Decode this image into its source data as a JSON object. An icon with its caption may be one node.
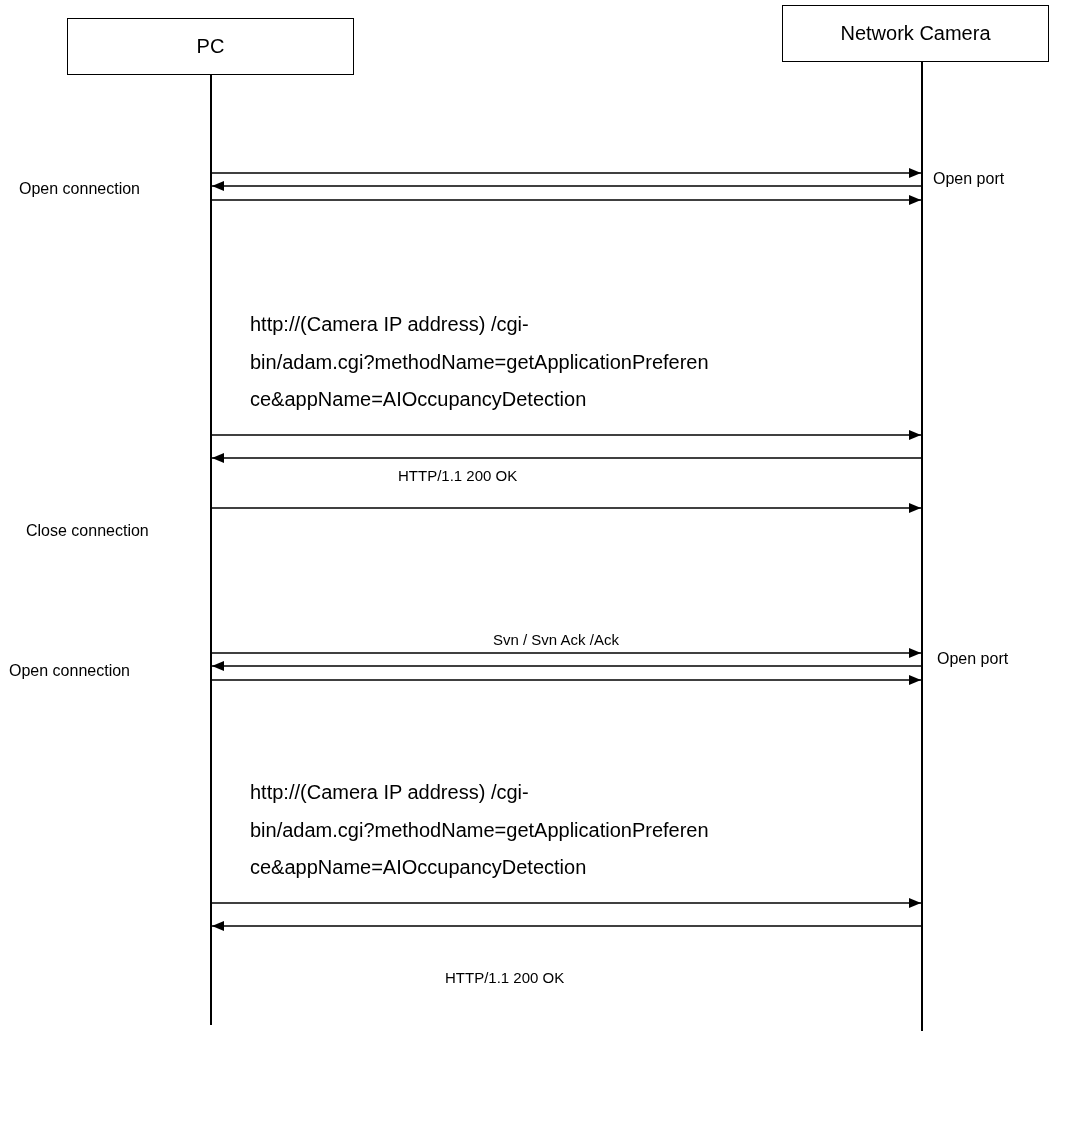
{
  "diagram": {
    "nodes": [
      {
        "text": [
          "PC"
        ]
      },
      {
        "text": [
          "Network Camera"
        ]
      },
      {
        "text": [],
        "shape": "bar"
      },
      {
        "text": [],
        "shape": "bar"
      }
    ],
    "edges": [
      {
        "from": 2,
        "to": 3,
        "arrow": "to"
      },
      {
        "from": 3,
        "to": 2,
        "arrow": "to"
      },
      {
        "from": 2,
        "to": 3,
        "arrow": "to"
      },
      {
        "from": 2,
        "to": 3,
        "arrow": "to",
        "label": "http://(Camera IP address) /cgi- bin/adam.cgi?methodName=getApplicationPreferen ce&appName=AIOccupancyDetection"
      },
      {
        "from": 3,
        "to": 2,
        "arrow": "to",
        "label": "HTTP/1.1 200 OK"
      },
      {
        "from": 2,
        "to": 3,
        "arrow": "to"
      },
      {
        "from": 2,
        "to": 3,
        "arrow": "to",
        "label": "Svn / Svn Ack /Ack"
      },
      {
        "from": 3,
        "to": 2,
        "arrow": "to"
      },
      {
        "from": 2,
        "to": 3,
        "arrow": "to"
      },
      {
        "from": 2,
        "to": 3,
        "arrow": "to",
        "label": "http://(Camera IP address) /cgi- bin/adam.cgi?methodName=getApplicationPreferen ce&appName=AIOccupancyDetection"
      },
      {
        "from": 3,
        "to": 2,
        "arrow": "to",
        "label": "HTTP/1.1 200 OK"
      }
    ],
    "labels": [
      "Open connection",
      "Open port",
      "Close connection",
      "Open connection",
      "Open port"
    ]
  }
}
